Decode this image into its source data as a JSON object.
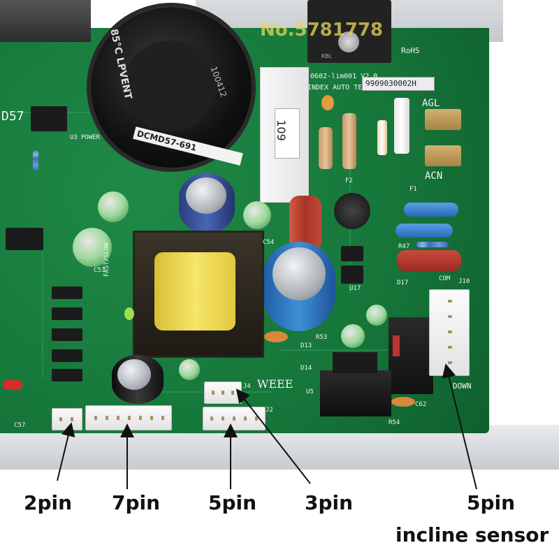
{
  "board": {
    "watermark": "No.5781778",
    "capacitor_top_text": "85°C LPVENT",
    "capacitor_number": "100412",
    "capacitor_band": "DCMD57-691",
    "box_cap_value": "109",
    "serial_label": "9909030002H",
    "model_text": "0602-lim001 V2.0",
    "maker_text": "INDEX AUTO TECH",
    "rohs_mark": "RoHS",
    "weee_mark": "WEEE",
    "bridge_label": "KBL",
    "terminal_agl": "AGL",
    "terminal_acn": "ACN",
    "silk_d57": "D57",
    "silk_power": "POWER",
    "silk_fast_slow": "FAST/SLOW",
    "silk_com": "COM",
    "silk_down": "DOWN",
    "silk_c53": "C53",
    "silk_c54": "C54",
    "silk_c57": "C57",
    "silk_c62": "C62",
    "silk_r47": "R47",
    "silk_r53": "R53",
    "silk_r54": "R54",
    "silk_j2": "J2",
    "silk_j4": "J4",
    "silk_j10": "J10",
    "silk_d13": "D13",
    "silk_d14": "D14",
    "silk_d17": "D17",
    "silk_u3": "U3",
    "silk_u5": "U5",
    "silk_u17": "U17",
    "silk_f1": "F1",
    "silk_f2": "F2"
  },
  "labels": {
    "pin2": "2pin",
    "pin7": "7pin",
    "pin5": "5pin",
    "pin3": "3pin",
    "pin5_incline": "5pin",
    "incline_sensor": "incline sensor"
  },
  "colors": {
    "pcb_green": "#16763a",
    "heatsink": "#d5d8dc",
    "label_text": "#111111",
    "connector_white": "#f4f4f4",
    "transformer_yellow": "#f2dc4d",
    "capacitor_blue": "#2f72b8",
    "capacitor_black": "#1a1a1a",
    "fuse_red": "#b8352b"
  }
}
